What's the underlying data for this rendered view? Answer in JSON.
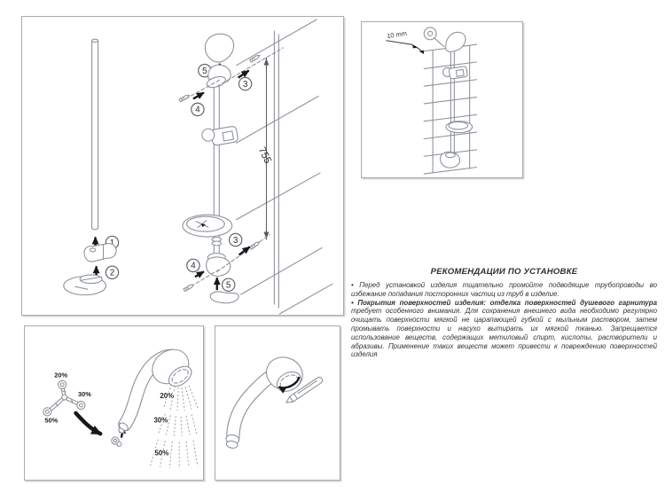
{
  "colors": {
    "line_art": "#8d939b",
    "arrow_black": "#17181a",
    "panel_border": "#a6abb2",
    "text": "#343434"
  },
  "assembly": {
    "step1": "1",
    "step2": "2",
    "step3": "3",
    "step4": "4",
    "step5": "5",
    "dimension": "755"
  },
  "wall": {
    "gap": "10 mm"
  },
  "spray": {
    "restrictor": {
      "r20": "20%",
      "r30": "30%",
      "r50": "50%"
    },
    "flow": {
      "f20": "20%",
      "f30": "30%",
      "f50": "50%"
    }
  },
  "recommendations": {
    "title": "РЕКОМЕНДАЦИИ ПО УСТАНОВКЕ",
    "p1": "• Перед установкой изделия тщательно промойте подводящие трубопроводы во избежание попадания посторонних частиц из труб в изделие.",
    "p2_lead": "• Покрытия поверхностей изделия: отделка поверхностей душевого гарнитура ",
    "p2_rest": "требует особенного внимания. Для сохранения внешнего вида необходимо регулярно очищать поверхности мягкой не царапающей губкой с мыльным раствором, затем промывать поверхности и насухо вытирать их мягкой тканью. Запрещается использование веществ, содержащих метиловый спирт, кислоты, растворители и абразивы. Применение таких веществ может привести к повреждению поверхностей изделия"
  }
}
